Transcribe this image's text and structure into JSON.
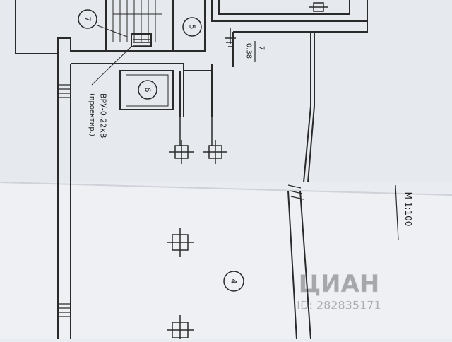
{
  "rooms": [
    "7",
    "5",
    "6",
    "4"
  ],
  "panel_label": "ВРУ-0,22кВ",
  "panel_note": "(проектир.)",
  "fraction": {
    "numerator": "7",
    "denominator": "0.38"
  },
  "scale": "М 1:100",
  "watermark": {
    "brand": "ЦИАН",
    "id": "ID: 282835171"
  },
  "colors": {
    "paper": "#e9ecf1",
    "line": "#2a2a2a",
    "sheet_shadow": "#d6d9de"
  }
}
